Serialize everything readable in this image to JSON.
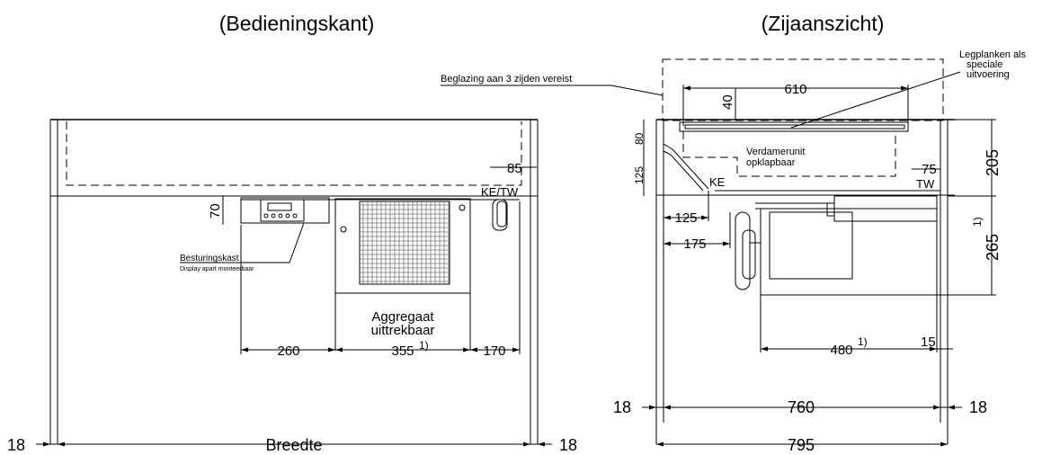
{
  "views": {
    "front_title": "(Bedieningskant)",
    "side_title": "(Zijaanszicht)"
  },
  "front": {
    "dim_85": "85",
    "ke_tw": "KE/TW",
    "dim_70": "70",
    "besturingskast": "Besturingskast",
    "display_note": "Display apart monteerbaar",
    "aggregaat_1": "Aggregaat",
    "aggregaat_2": "uittrekbaar",
    "dim_260": "260",
    "dim_355": "355",
    "dim_170": "170",
    "note_1": "1)",
    "dim_18_left": "18",
    "breedte": "Breedte",
    "dim_18_right": "18"
  },
  "side": {
    "beglazing": "Beglazing aan 3 zijden vereist",
    "legplanken_1": "Legplanken als",
    "legplanken_2": "speciale",
    "legplanken_3": "uitvoering",
    "dim_610": "610",
    "dim_40": "40",
    "dim_80": "80",
    "dim_125_v": "125",
    "verdamer_1": "Verdamerunit",
    "verdamer_2": "opklapbaar",
    "dim_75": "75",
    "ke": "KE",
    "tw": "TW",
    "dim_205": "205",
    "dim_125_h": "125",
    "dim_175": "175",
    "dim_265": "265",
    "note_265": "1)",
    "dim_480": "480",
    "note_480": "1)",
    "dim_15": "15",
    "dim_18_left": "18",
    "dim_760": "760",
    "dim_18_right": "18",
    "dim_795": "795"
  }
}
